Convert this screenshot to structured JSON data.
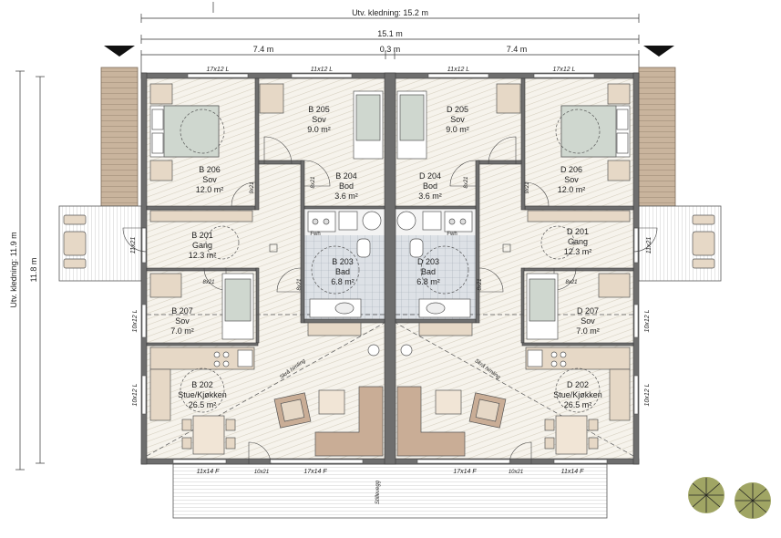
{
  "dimensions": {
    "outer_width": "Utv. kledning: 15.2 m",
    "total_width": "15.1 m",
    "left_width": "7.4 m",
    "gap_width": "0.3 m",
    "right_width": "7.4 m",
    "outer_height": "Utv. kledning: 11.9 m",
    "inner_height": "11.8 m"
  },
  "rooms": {
    "b205": {
      "id": "B 205",
      "name": "Sov",
      "area": "9.0 m²"
    },
    "b206": {
      "id": "B 206",
      "name": "Sov",
      "area": "12.0 m²"
    },
    "b204": {
      "id": "B 204",
      "name": "Bod",
      "area": "3.6 m²"
    },
    "b201": {
      "id": "B 201",
      "name": "Gang",
      "area": "12.3 m²"
    },
    "b203": {
      "id": "B 203",
      "name": "Bad",
      "area": "6.8 m²"
    },
    "b207": {
      "id": "B 207",
      "name": "Sov",
      "area": "7.0 m²"
    },
    "b202": {
      "id": "B 202",
      "name": "Stue/Kjøkken",
      "area": "26.5 m²"
    },
    "d205": {
      "id": "D 205",
      "name": "Sov",
      "area": "9.0 m²"
    },
    "d206": {
      "id": "D 206",
      "name": "Sov",
      "area": "12.0 m²"
    },
    "d204": {
      "id": "D 204",
      "name": "Bod",
      "area": "3.6 m²"
    },
    "d201": {
      "id": "D 201",
      "name": "Gang",
      "area": "12.3 m²"
    },
    "d203": {
      "id": "D 203",
      "name": "Bad",
      "area": "6.8 m²"
    },
    "d207": {
      "id": "D 207",
      "name": "Sov",
      "area": "7.0 m²"
    },
    "d202": {
      "id": "D 202",
      "name": "Stue/Kjøkken",
      "area": "26.5 m²"
    }
  },
  "windows": {
    "w17x12": "17x12 L",
    "w11x12": "11x12 L",
    "w10x12": "10x12 L",
    "w11x21": "11x21",
    "w11x14": "11x14 F",
    "w17x14": "17x14 F"
  },
  "doors": {
    "d9x21": "9x21",
    "d8x21": "8x21",
    "d10x21": "10x21"
  },
  "annotations": {
    "skra_himling": "Skrå himling",
    "stillevegg": "Stillevegg",
    "fwh": "Fwh"
  },
  "colors": {
    "wall": "#6e6e6e",
    "wall_line": "#3a3a3a",
    "floor": "#f4f1ea",
    "hatch": "#dcd6c8",
    "tile": "#d9dde3",
    "tile_line": "#9aa4ae",
    "furniture": "#e6d8c6",
    "sofa": "#c9ad96",
    "bed_cover": "#cfd7cf",
    "stair": "#c8b39c",
    "tree": "#a0a564"
  }
}
